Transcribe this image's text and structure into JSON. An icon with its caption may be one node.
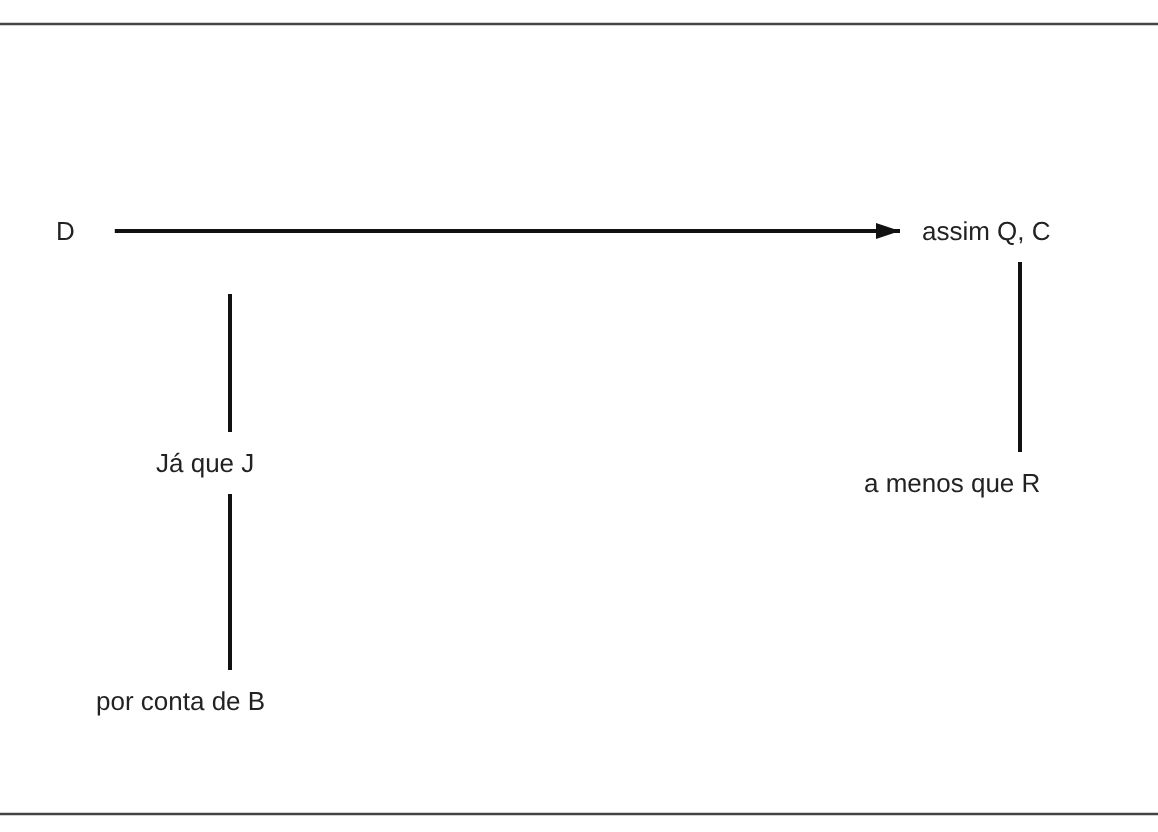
{
  "diagram": {
    "nodes": [
      {
        "text": [
          "D"
        ]
      },
      {
        "text": [
          "assim Q, C"
        ]
      },
      {
        "text": [
          "Já que J"
        ]
      },
      {
        "text": [
          "a menos que R"
        ]
      },
      {
        "text": [
          "por conta de B"
        ]
      }
    ],
    "edges": [
      {
        "from": 0,
        "to": 1,
        "arrow": "to"
      },
      {
        "from": 2,
        "to": null,
        "arrow": "none"
      },
      {
        "from": 2,
        "to": 4,
        "arrow": "none"
      },
      {
        "from": 1,
        "to": 3,
        "arrow": "none"
      }
    ]
  }
}
